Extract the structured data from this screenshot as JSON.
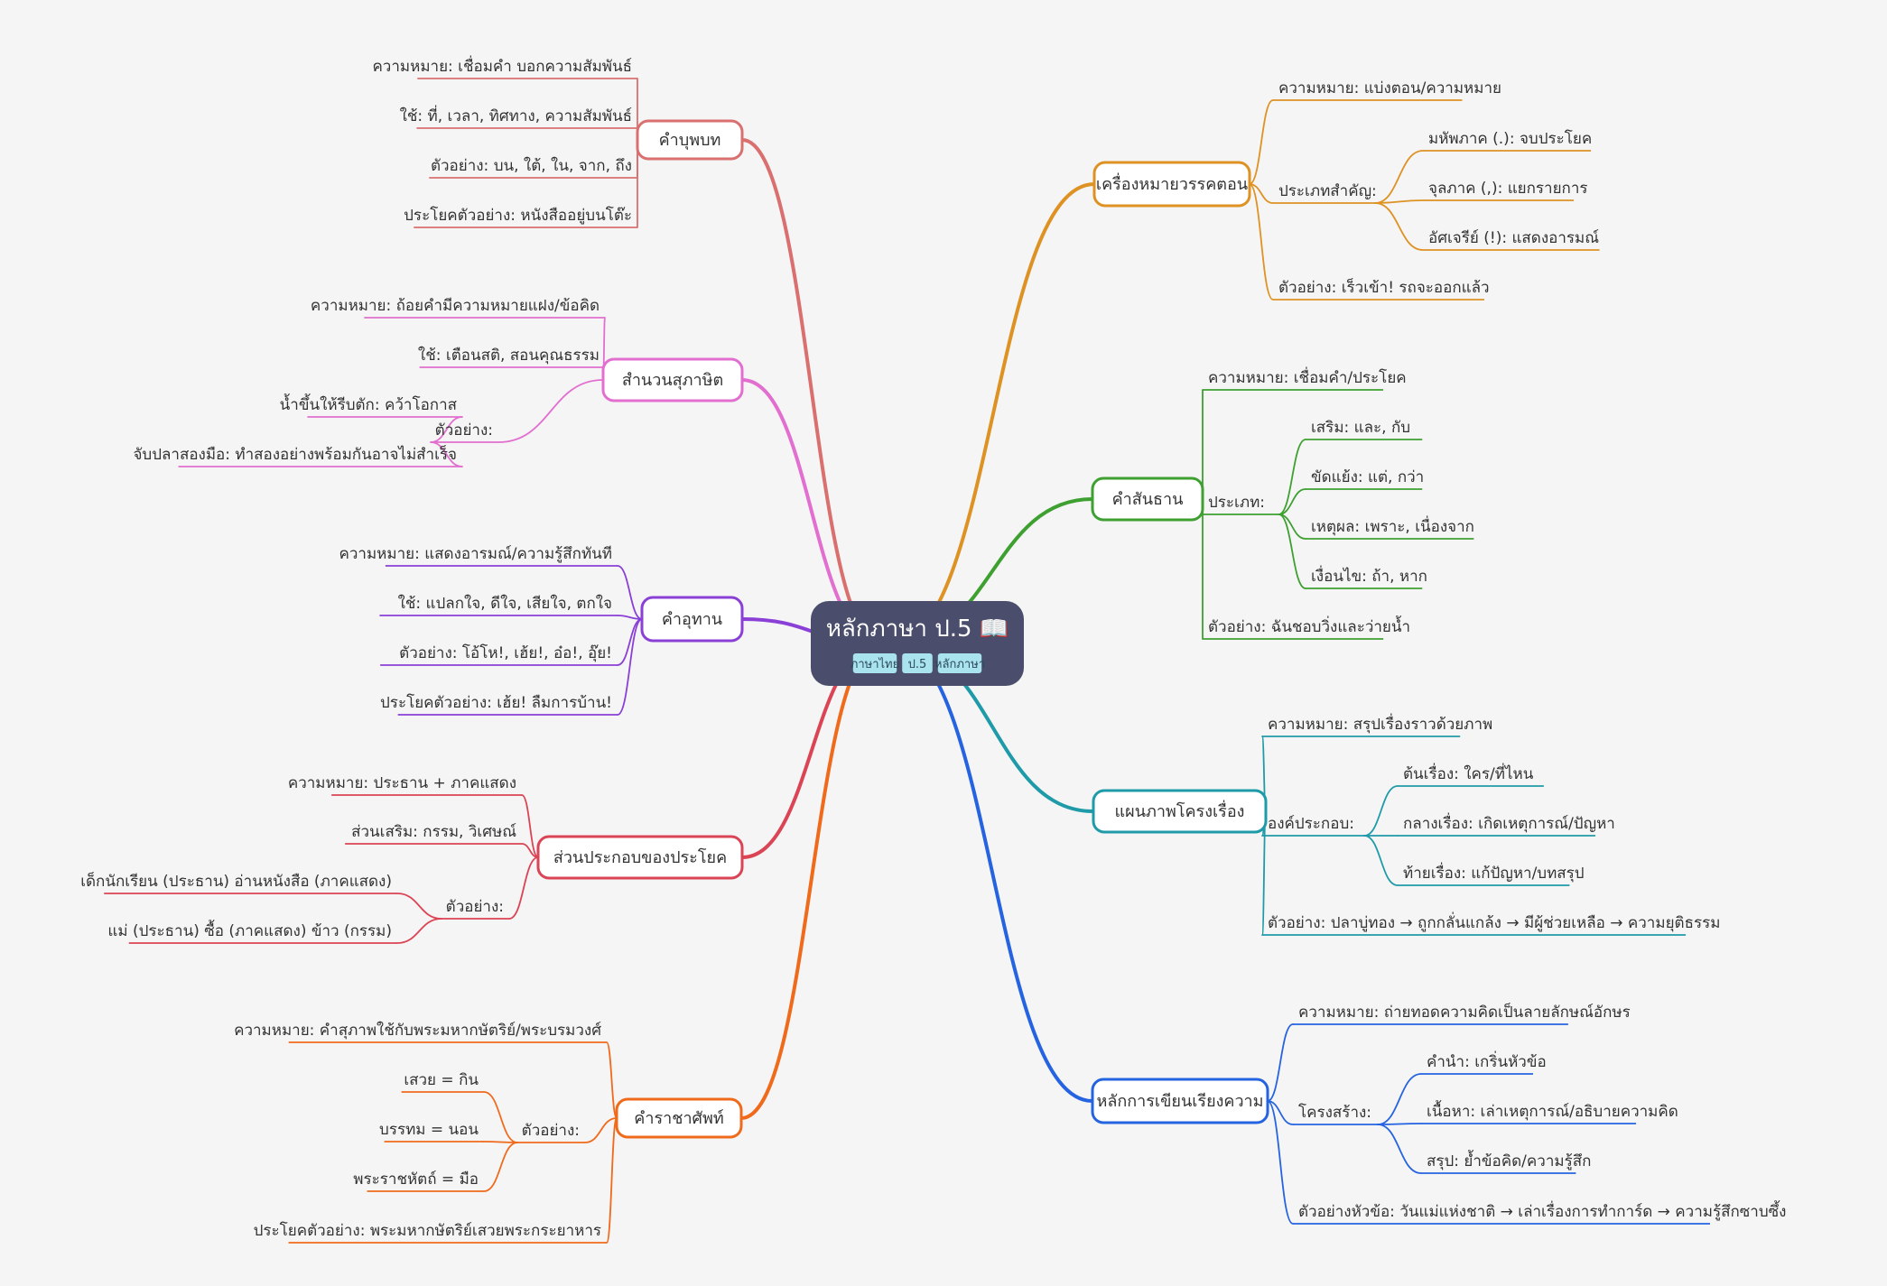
{
  "root": {
    "title": "หลักภาษา ป.5 📖",
    "tags": [
      "ภาษาไทย",
      "ป.5",
      "หลักภาษา"
    ]
  },
  "branches": [
    {
      "id": "b1",
      "label": "คำบุพบท",
      "color": "#d9706f",
      "children": [
        {
          "label": "ความหมาย: เชื่อมคำ บอกความสัมพันธ์"
        },
        {
          "label": "ใช้: ที่, เวลา, ทิศทาง, ความสัมพันธ์"
        },
        {
          "label": "ตัวอย่าง: บน, ใต้, ใน, จาก, ถึง"
        },
        {
          "label": "ประโยคตัวอย่าง: หนังสืออยู่บนโต๊ะ"
        }
      ]
    },
    {
      "id": "b2",
      "label": "สำนวนสุภาษิต",
      "color": "#e26fcf",
      "children": [
        {
          "label": "ความหมาย: ถ้อยคำมีความหมายแฝง/ข้อคิด"
        },
        {
          "label": "ใช้: เตือนสติ, สอนคุณธรรม"
        },
        {
          "label": "ตัวอย่าง:",
          "children": [
            {
              "label": "น้ำขึ้นให้รีบตัก: คว้าโอกาส"
            },
            {
              "label": "จับปลาสองมือ: ทำสองอย่างพร้อมกันอาจไม่สำเร็จ"
            }
          ]
        }
      ]
    },
    {
      "id": "b3",
      "label": "คำอุทาน",
      "color": "#8a3fd6",
      "children": [
        {
          "label": "ความหมาย: แสดงอารมณ์/ความรู้สึกทันที"
        },
        {
          "label": "ใช้: แปลกใจ, ดีใจ, เสียใจ, ตกใจ"
        },
        {
          "label": "ตัวอย่าง: โอ้โห!, เฮ้ย!, อ๋อ!, อุ๊ย!"
        },
        {
          "label": "ประโยคตัวอย่าง: เฮ้ย! ลืมการบ้าน!"
        }
      ]
    },
    {
      "id": "b4",
      "label": "ส่วนประกอบของประโยค",
      "color": "#db4455",
      "children": [
        {
          "label": "ความหมาย: ประธาน + ภาคแสดง"
        },
        {
          "label": "ส่วนเสริม: กรรม, วิเศษณ์"
        },
        {
          "label": "ตัวอย่าง:",
          "children": [
            {
              "label": "เด็กนักเรียน (ประธาน) อ่านหนังสือ (ภาคแสดง)"
            },
            {
              "label": "แม่ (ประธาน) ซื้อ (ภาคแสดง) ข้าว (กรรม)"
            }
          ]
        }
      ]
    },
    {
      "id": "b5",
      "label": "คำราชาศัพท์",
      "color": "#f06a1c",
      "children": [
        {
          "label": "ความหมาย: คำสุภาพใช้กับพระมหากษัตริย์/พระบรมวงศ์"
        },
        {
          "label": "ตัวอย่าง:",
          "children": [
            {
              "label": "เสวย = กิน"
            },
            {
              "label": "บรรทม = นอน"
            },
            {
              "label": "พระราชหัตถ์ = มือ"
            }
          ]
        },
        {
          "label": "ประโยคตัวอย่าง: พระมหากษัตริย์เสวยพระกระยาหาร"
        }
      ]
    },
    {
      "id": "b6",
      "label": "เครื่องหมายวรรคตอน",
      "color": "#de9223",
      "children": [
        {
          "label": "ความหมาย: แบ่งตอน/ความหมาย"
        },
        {
          "label": "ประเภทสำคัญ:",
          "children": [
            {
              "label": "มหัพภาค (.): จบประโยค"
            },
            {
              "label": "จุลภาค (,): แยกรายการ"
            },
            {
              "label": "อัศเจรีย์ (!): แสดงอารมณ์"
            }
          ]
        },
        {
          "label": "ตัวอย่าง: เร็วเข้า! รถจะออกแล้ว"
        }
      ]
    },
    {
      "id": "b7",
      "label": "คำสันธาน",
      "color": "#3ea030",
      "children": [
        {
          "label": "ความหมาย: เชื่อมคำ/ประโยค"
        },
        {
          "label": "ประเภท:",
          "children": [
            {
              "label": "เสริม: และ, กับ"
            },
            {
              "label": "ขัดแย้ง: แต่, กว่า"
            },
            {
              "label": "เหตุผล: เพราะ, เนื่องจาก"
            },
            {
              "label": "เงื่อนไข: ถ้า, หาก"
            }
          ]
        },
        {
          "label": "ตัวอย่าง: ฉันชอบวิ่งและว่ายน้ำ"
        }
      ]
    },
    {
      "id": "b8",
      "label": "แผนภาพโครงเรื่อง",
      "color": "#1e9aa8",
      "children": [
        {
          "label": "ความหมาย: สรุปเรื่องราวด้วยภาพ"
        },
        {
          "label": "องค์ประกอบ:",
          "children": [
            {
              "label": "ต้นเรื่อง: ใคร/ที่ไหน"
            },
            {
              "label": "กลางเรื่อง: เกิดเหตุการณ์/ปัญหา"
            },
            {
              "label": "ท้ายเรื่อง: แก้ปัญหา/บทสรุป"
            }
          ]
        },
        {
          "label": "ตัวอย่าง: ปลาบู่ทอง → ถูกกลั่นแกล้ง → มีผู้ช่วยเหลือ → ความยุติธรรม"
        }
      ]
    },
    {
      "id": "b9",
      "label": "หลักการเขียนเรียงความ",
      "color": "#2563e0",
      "children": [
        {
          "label": "ความหมาย: ถ่ายทอดความคิดเป็นลายลักษณ์อักษร"
        },
        {
          "label": "โครงสร้าง:",
          "children": [
            {
              "label": "คำนำ: เกริ่นหัวข้อ"
            },
            {
              "label": "เนื้อหา: เล่าเหตุการณ์/อธิบายความคิด"
            },
            {
              "label": "สรุป: ย้ำข้อคิด/ความรู้สึก"
            }
          ]
        },
        {
          "label": "ตัวอย่างหัวข้อ: วันแม่แห่งชาติ → เล่าเรื่องการทำการ์ด → ความรู้สึกซาบซึ้ง"
        }
      ]
    }
  ]
}
